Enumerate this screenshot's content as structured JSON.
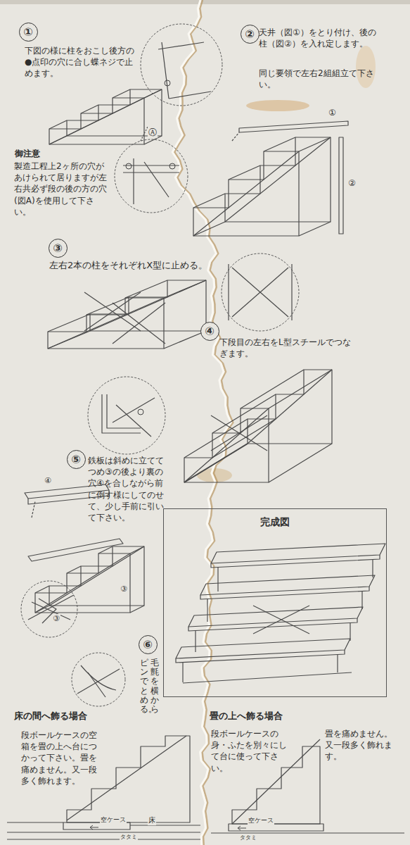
{
  "diagram": {
    "nodes": [
      {
        "text": [
          "①"
        ]
      },
      {
        "text": [
          "②"
        ]
      },
      {
        "text": [
          "③"
        ]
      },
      {
        "text": [
          "④"
        ]
      },
      {
        "text": [
          "⑤"
        ]
      },
      {
        "text": [
          "完成図"
        ]
      },
      {
        "text": [
          "⑥"
        ]
      }
    ],
    "labels": [
      "下図の様に柱をおこし後方の●点印の穴に合し蝶ネジで止めます。",
      "Ⓐ",
      "御注意",
      "製造工程上2ヶ所の穴があけられて居りますが左右共必ず段の後の方の穴(図A)を使用して下さい。",
      "天井（図①）をとり付け、後の柱（図②）を入れ定します。",
      "同じ要領で左右2組組立て下さい。",
      "①",
      "②",
      "左右2本の柱をそれぞれX型に止める。",
      "下段目の左右をL型スチールでつなぎます。",
      "鉄板は斜めに立ててつめ③の後より裏の穴④を合しながら前に倒す様にしてのせて、少し手前に引いて下さい。",
      "④",
      "③",
      "③",
      "毛氈を横から",
      "ピンでとめる。",
      "床の間へ飾る場合",
      "段ボールケースの空箱を畳の上へ台につかって下さい。畳を痛めません。又一段多く飾れます。",
      "空ケース",
      "床",
      "タタミ",
      "畳の上へ飾る場合",
      "段ボールケースの身・ふたを別々にして台に使って下さい。",
      "畳を痛めません。又一段多く飾れます。",
      "空ケース",
      "タタミ"
    ]
  }
}
